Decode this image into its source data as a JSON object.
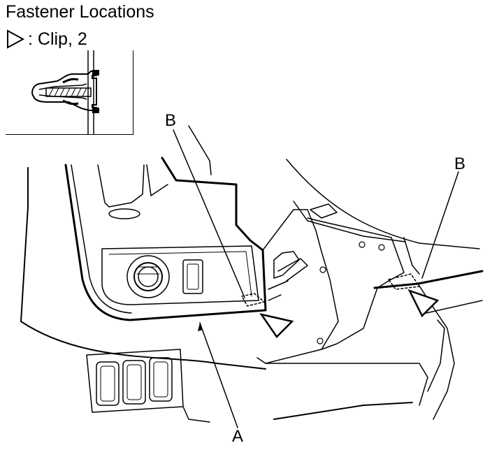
{
  "header": {
    "title": "Fastener Locations"
  },
  "legend": {
    "symbol": "triangle-clip-icon",
    "label": ": Clip, 2"
  },
  "callouts": {
    "a": "A",
    "b_left": "B",
    "b_right": "B"
  },
  "colors": {
    "line": "#000000",
    "background": "#ffffff"
  }
}
